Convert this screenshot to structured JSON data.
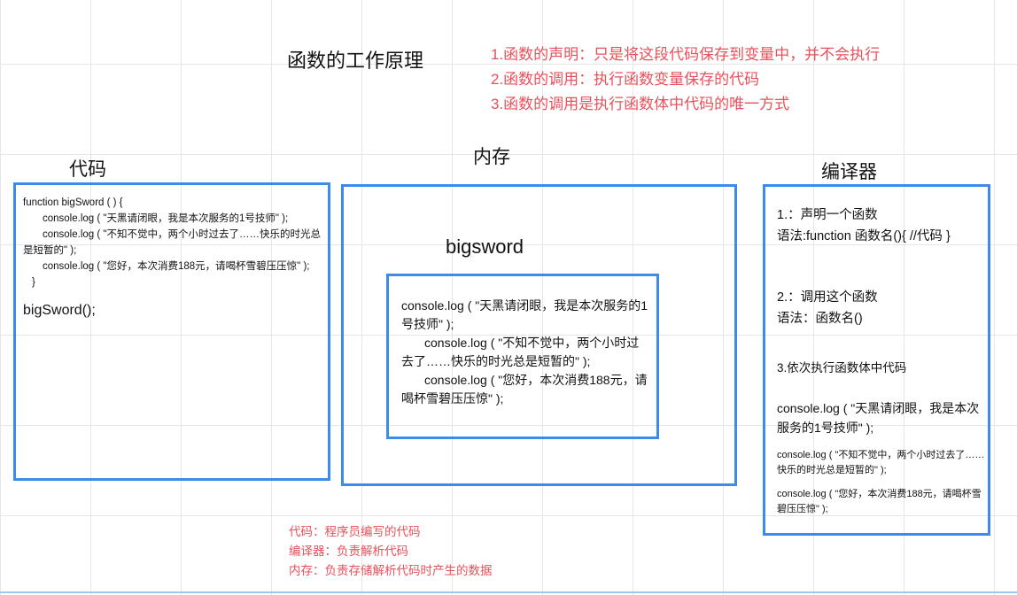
{
  "title": "函数的工作原理",
  "notes": [
    "1.函数的声明：只是将这段代码保存到变量中，并不会执行",
    "2.函数的调用：执行函数变量保存的代码",
    "3.函数的调用是执行函数体中代码的唯一方式"
  ],
  "code_panel": {
    "heading": "代码",
    "lines": [
      "function bigSword (  ) {",
      "console.log ( \"天黑请闭眼，我是本次服务的1号技师\" );",
      "console.log ( \"不知不觉中，两个小时过去了……快乐的时光总是短暂的\" );",
      "console.log ( \"您好，本次消费188元，请喝杯雪碧压压惊\" );",
      "}",
      "bigSword();"
    ]
  },
  "memory_panel": {
    "heading": "内存",
    "var_name": "bigsword",
    "lines": [
      "console.log ( \"天黑请闭眼，我是本次服务的1号技师\" );",
      "console.log ( \"不知不觉中，两个小时过去了……快乐的时光总是短暂的\" );",
      "console.log ( \"您好，本次消费188元，请喝杯雪碧压压惊\" );"
    ]
  },
  "compiler_panel": {
    "heading": "编译器",
    "step1": "1.：声明一个函数",
    "step1_syntax": "语法:function 函数名(){ //代码 }",
    "step2": "2.：调用这个函数",
    "step2_syntax": "语法：函数名()",
    "step3": "3.依次执行函数体中代码",
    "exec_lines": [
      "console.log ( \"天黑请闭眼，我是本次服务的1号技师\" );",
      "console.log ( \"不知不觉中，两个小时过去了……快乐的时光总是短暂的\" );",
      "console.log ( \"您好，本次消费188元，请喝杯雪碧压压惊\" );"
    ]
  },
  "legend": [
    "代码：程序员编写的代码",
    "编译器：负责解析代码",
    "内存：负责存储解析代码时产生的数据"
  ],
  "colors": {
    "box": "#3d8be8",
    "note": "#e8505b",
    "grid": "#e6e6e6"
  }
}
